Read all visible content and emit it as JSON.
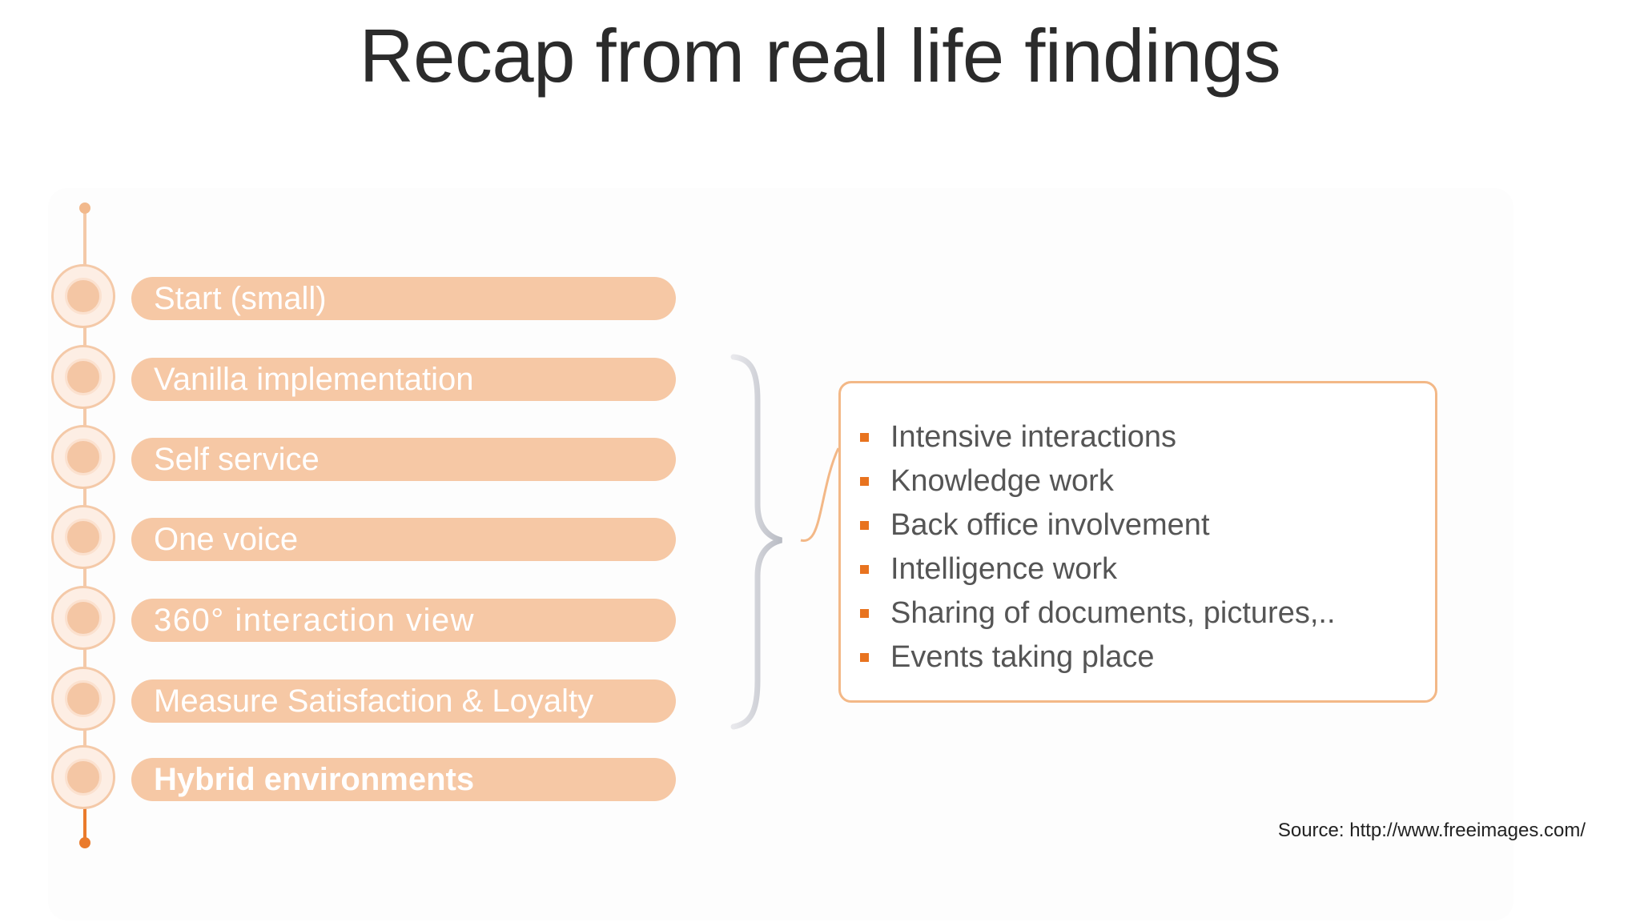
{
  "slide": {
    "title": "Recap from real life findings",
    "steps": [
      {
        "label": "Start (small)"
      },
      {
        "label": "Vanilla implementation"
      },
      {
        "label": "Self service"
      },
      {
        "label": "One voice"
      },
      {
        "label": "360° interaction view"
      },
      {
        "label": "Measure Satisfaction & Loyalty"
      },
      {
        "label": "Hybrid environments"
      }
    ],
    "bullets": [
      "Intensive interactions",
      "Knowledge work",
      "Back office involvement",
      "Intelligence work",
      "Sharing of documents, pictures,..",
      "Events taking place"
    ],
    "source": "Source: http://www.freeimages.com/"
  },
  "colors": {
    "accent": "#ea7b2c",
    "step_bar": "#f6c8a5",
    "box_border": "#f3b887",
    "title_text": "#2b2b2b"
  }
}
